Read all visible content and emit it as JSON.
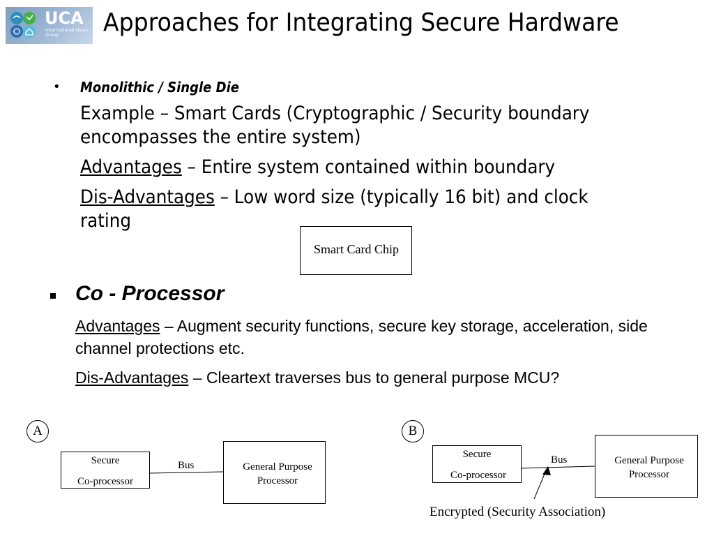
{
  "header": {
    "logo_text": "UCA",
    "logo_subtext": "International Users Group",
    "title": "Approaches for Integrating Secure Hardware"
  },
  "monolithic": {
    "bullet": "•",
    "heading": "Monolithic / Single Die",
    "example": "Example – Smart Cards (Cryptographic / Security boundary encompasses the entire system)",
    "adv_label": "Advantages",
    "adv_text": " – Entire system contained within boundary",
    "disadv_label": "Dis-Advantages",
    "disadv_text": " – Low word size (typically 16 bit) and clock rating",
    "chip_label": "Smart Card Chip"
  },
  "coprocessor": {
    "heading": "Co - Processor",
    "adv_label": "Advantages",
    "adv_text": " – Augment security functions, secure key storage, acceleration, side channel protections etc.",
    "disadv_label": "Dis-Advantages",
    "disadv_text": " – Cleartext traverses bus to general purpose MCU?"
  },
  "diagram_a": {
    "label": "A",
    "secure_line1": "Secure",
    "secure_line2": "Co-processor",
    "bus": "Bus",
    "gp_line1": "General Purpose",
    "gp_line2": "Processor"
  },
  "diagram_b": {
    "label": "B",
    "secure_line1": "Secure",
    "secure_line2": "Co-processor",
    "bus": "Bus",
    "gp_line1": "General Purpose",
    "gp_line2": "Processor",
    "annotation": "Encrypted (Security Association)"
  }
}
